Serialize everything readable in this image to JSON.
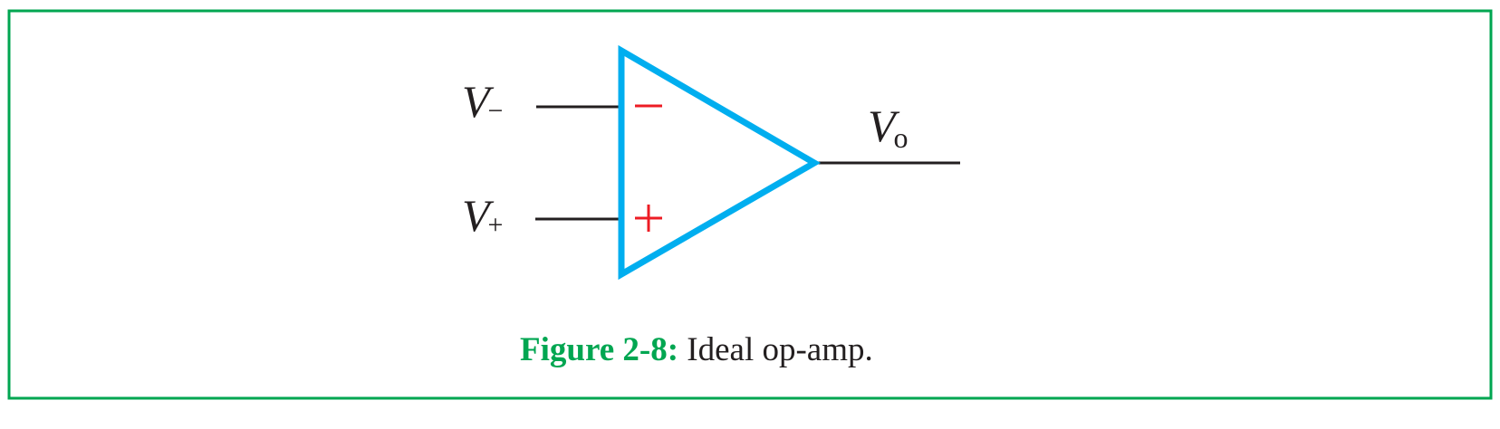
{
  "colors": {
    "frame": "#00a651",
    "amplifier": "#00aeef",
    "polarity": "#ed1c24",
    "wire": "#231f20",
    "caption_label": "#00a651"
  },
  "diagram": {
    "inverting_input": {
      "symbol": "V",
      "subscript": "−"
    },
    "noninverting_input": {
      "symbol": "V",
      "subscript": "+"
    },
    "output": {
      "symbol": "V",
      "subscript": "o"
    },
    "inverting_sign": "−",
    "noninverting_sign": "+"
  },
  "caption": {
    "label": "Figure 2-8:",
    "text": " Ideal op-amp."
  }
}
